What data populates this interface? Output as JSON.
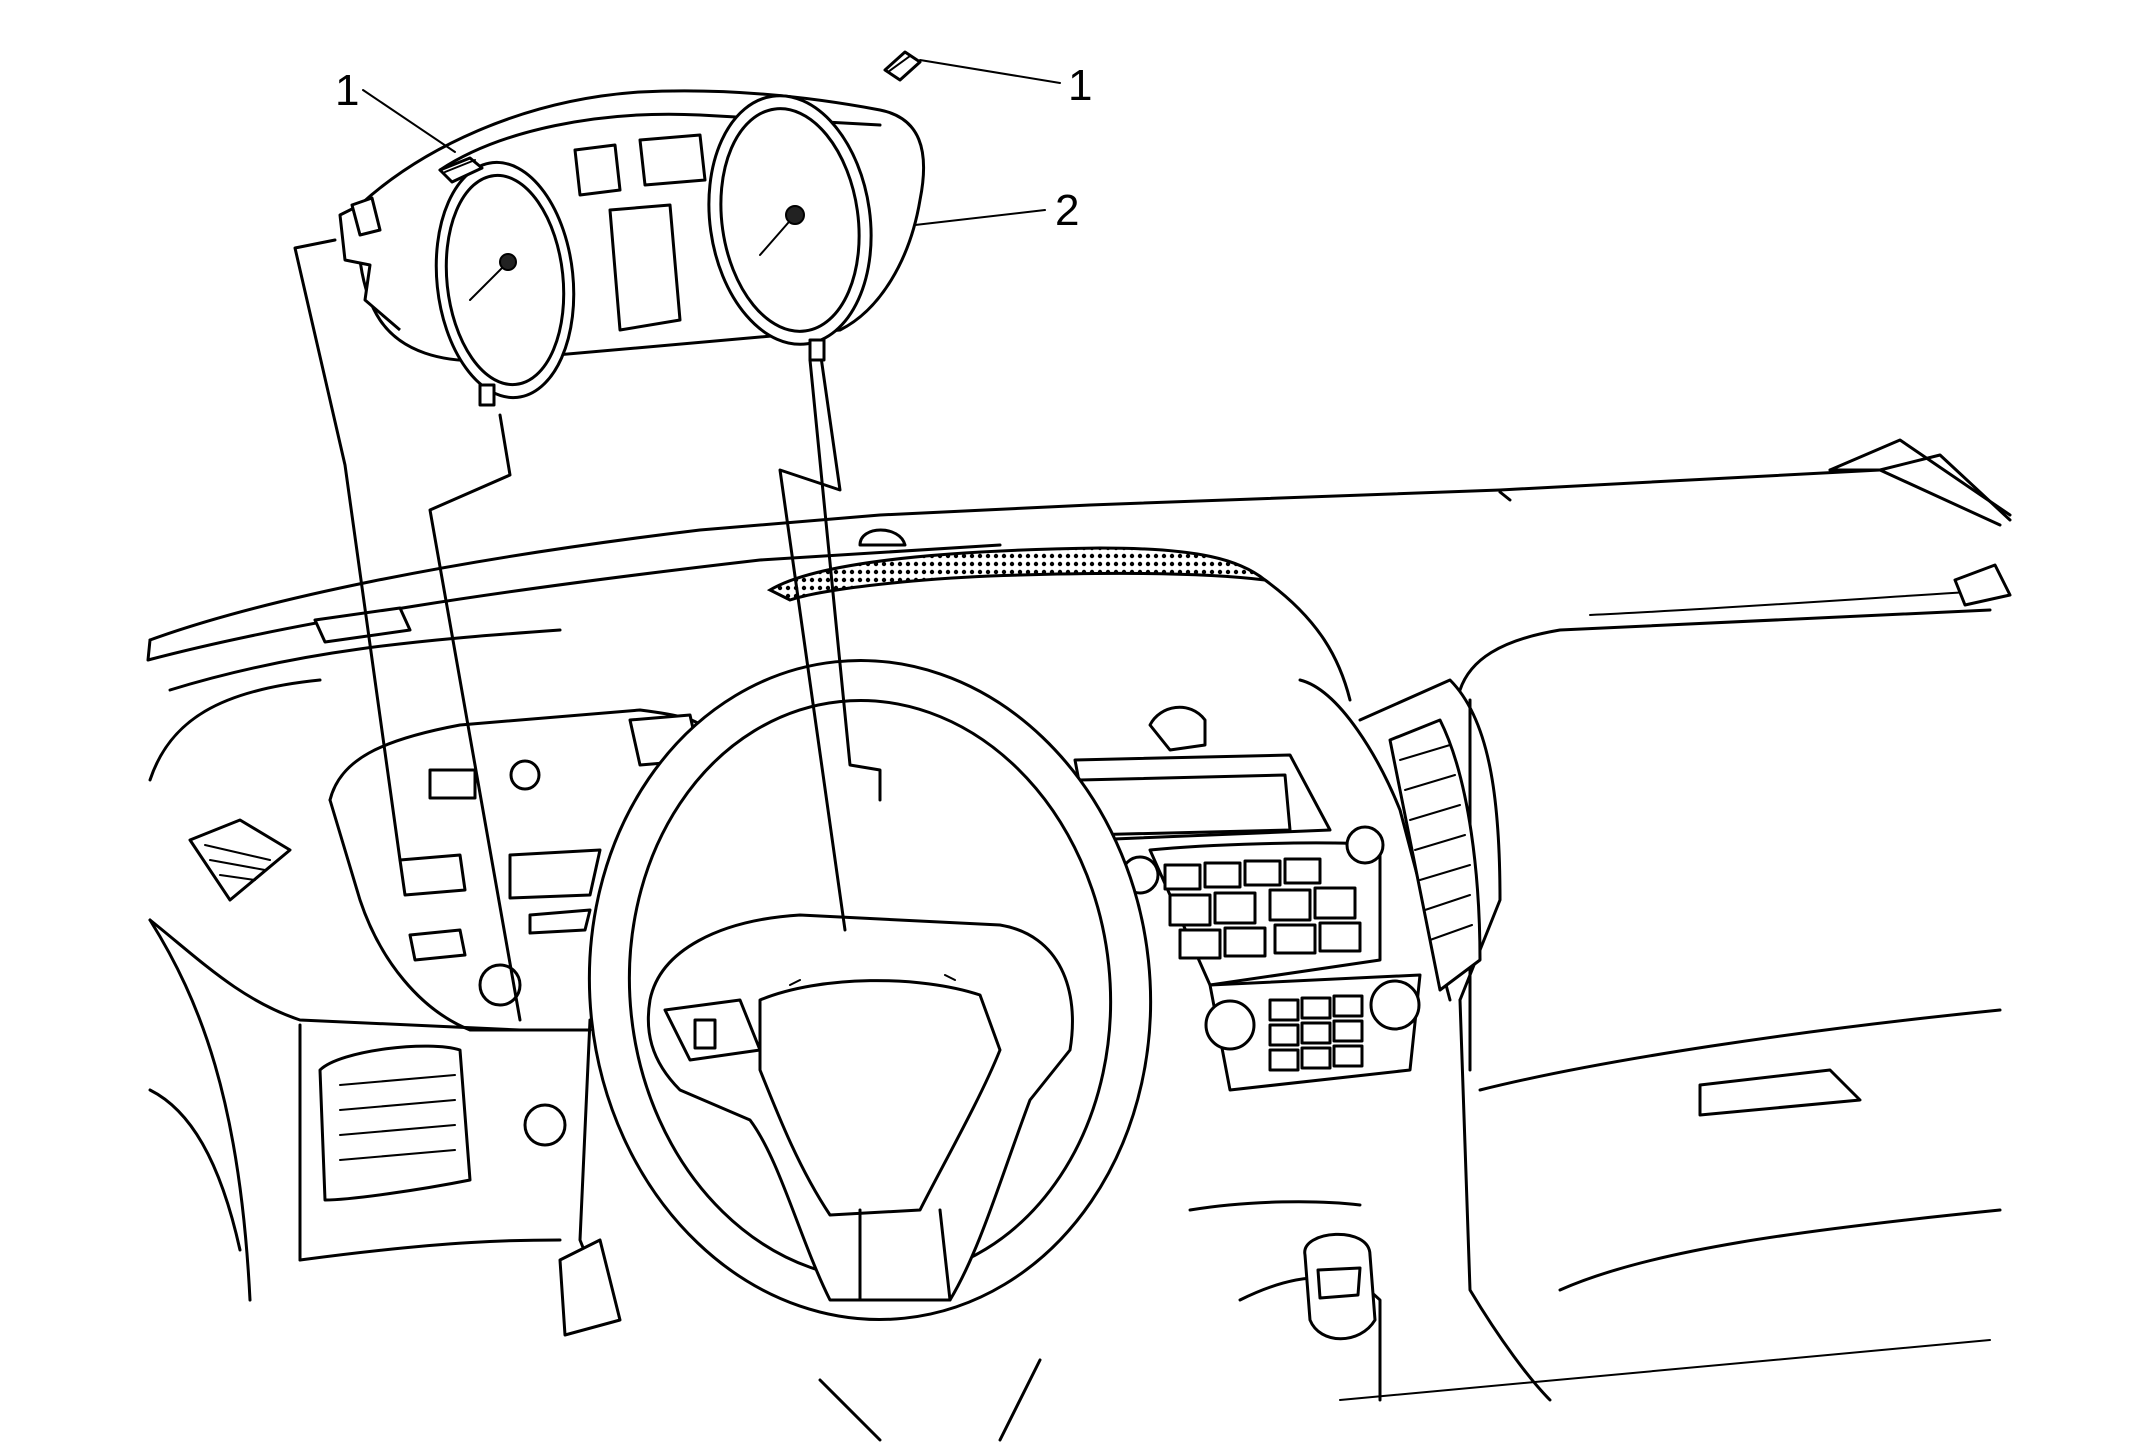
{
  "callouts": [
    {
      "id": "fastener-left",
      "number": "1"
    },
    {
      "id": "fastener-right",
      "number": "1"
    },
    {
      "id": "instrument-cluster",
      "number": "2"
    }
  ],
  "colors": {
    "line": "#000000",
    "background": "#ffffff",
    "fill": "#ffffff"
  }
}
